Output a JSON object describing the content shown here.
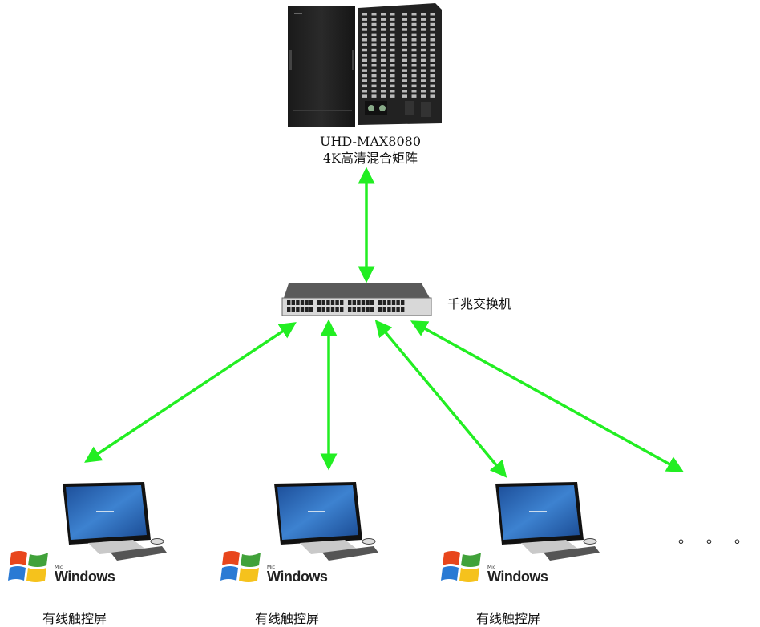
{
  "matrix": {
    "model": "UHD-MAX8080",
    "description": "4K高清混合矩阵",
    "icon": "matrix-chassis-icon"
  },
  "switch": {
    "label": "千兆交换机",
    "icon": "network-switch-icon"
  },
  "clients": [
    {
      "label": "有线触控屏",
      "icon": "all-in-one-pc-icon",
      "os": "Windows",
      "os_prefix": "Mic"
    },
    {
      "label": "有线触控屏",
      "icon": "all-in-one-pc-icon",
      "os": "Windows",
      "os_prefix": "Mic"
    },
    {
      "label": "有线触控屏",
      "icon": "all-in-one-pc-icon",
      "os": "Windows",
      "os_prefix": "Mic"
    }
  ],
  "more_indicator": "。。。",
  "connection_color": "#22ee22",
  "connections": [
    {
      "from": "matrix",
      "to": "switch",
      "type": "bidirectional"
    },
    {
      "from": "switch",
      "to": "client-1",
      "type": "bidirectional"
    },
    {
      "from": "switch",
      "to": "client-2",
      "type": "bidirectional"
    },
    {
      "from": "switch",
      "to": "client-3",
      "type": "bidirectional"
    },
    {
      "from": "switch",
      "to": "more",
      "type": "bidirectional"
    }
  ]
}
